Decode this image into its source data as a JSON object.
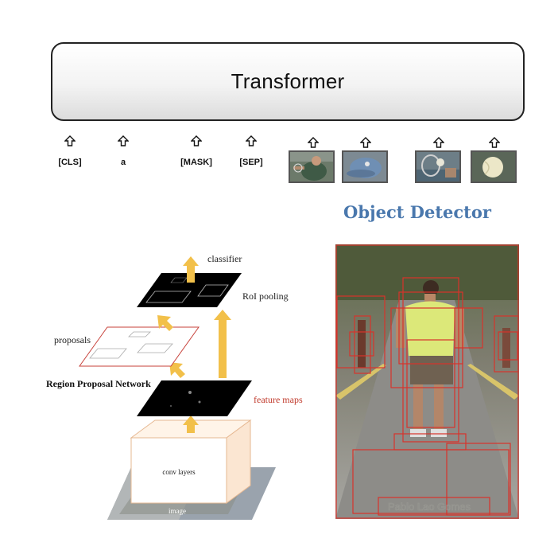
{
  "transformer": {
    "title": "Transformer"
  },
  "tokens": {
    "text": [
      "[CLS]",
      "a",
      "[MASK]",
      "[SEP]"
    ],
    "image_token_count_visible": 4
  },
  "object_detector": {
    "title": "Object Detector"
  },
  "rcnn": {
    "classifier": "classifier",
    "roi_pooling": "RoI pooling",
    "proposals": "proposals",
    "rpn": "Region Proposal Network",
    "feature_maps": "feature maps",
    "conv_layers": "conv layers",
    "image": "image"
  },
  "photo": {
    "watermark": "Pablo Lao Gomes"
  },
  "colors": {
    "detector_title": "#4a78ad",
    "arrow": "#f2c04a",
    "box_red": "#d8332b",
    "feature_maps_text": "#c0392b"
  }
}
